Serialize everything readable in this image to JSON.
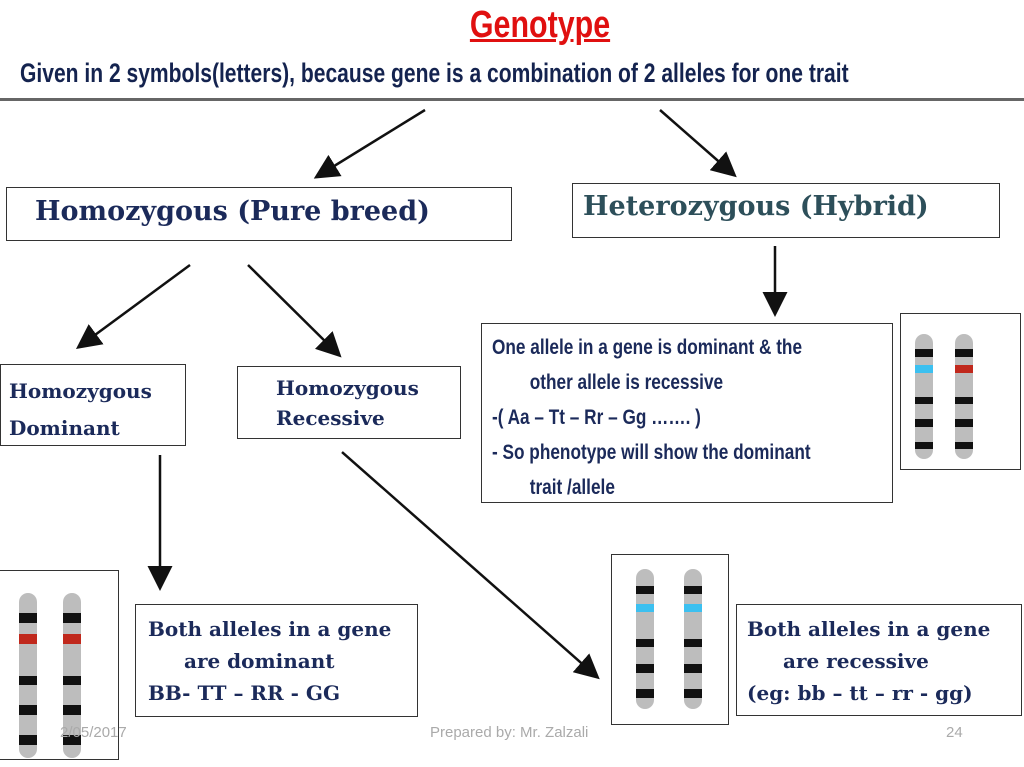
{
  "title": "Genotype",
  "subtitle": "Given in 2 symbols(letters), because gene is a combination of 2 alleles  for one trait",
  "homozygous": "Homozygous (Pure breed)",
  "heterozygous": "Heterozygous (Hybrid)",
  "hom_dominant": {
    "line1": "Homozygous",
    "line2": "Dominant"
  },
  "hom_recessive": {
    "line1": "Homozygous",
    "line2": "Recessive"
  },
  "hetero_desc": {
    "line1": "One allele in a gene is dominant & the",
    "line2": "other allele is recessive",
    "line3": "-( Aa – Tt – Rr – Gg ……. )",
    "line4": "- So phenotype will show the dominant",
    "line5": "trait /allele"
  },
  "dominant_desc": {
    "line1": "Both alleles in a gene",
    "line2": "are dominant",
    "line3": "BB- TT – RR - GG"
  },
  "recessive_desc": {
    "line1": "Both alleles in a gene",
    "line2": "are recessive",
    "line3": "(eg: bb – tt – rr - gg)"
  },
  "footer": {
    "date": "2/05/2017",
    "author": "Prepared by: Mr. Zalzali",
    "page": "24"
  },
  "colors": {
    "dominant": "#c0281c",
    "recessive": "#3cc0f0",
    "title": "#e01010",
    "text": "#1b2a5a"
  }
}
